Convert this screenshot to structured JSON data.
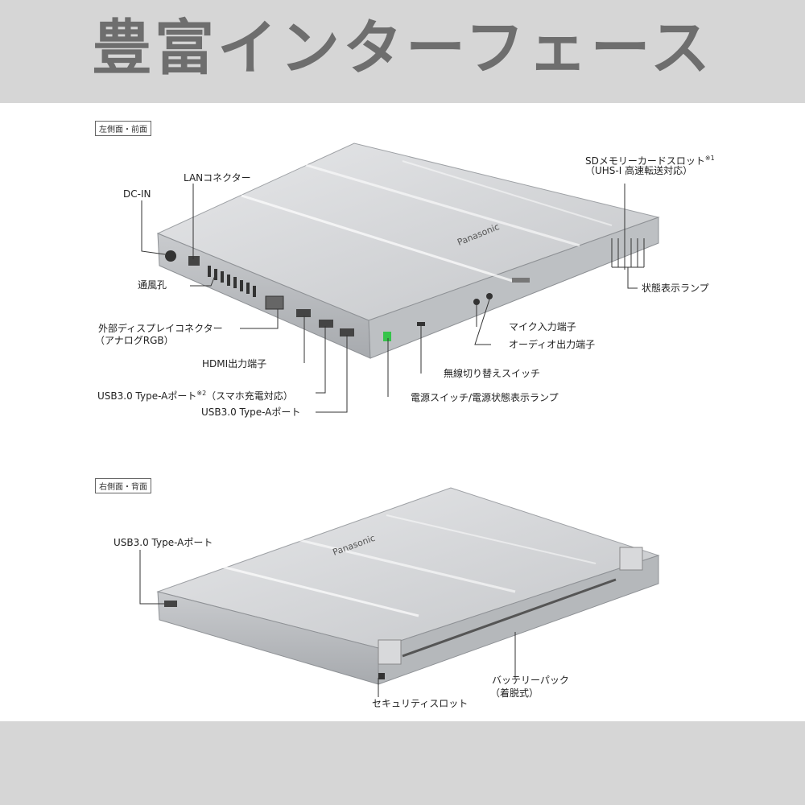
{
  "title": "豊富インターフェース",
  "sections": {
    "left_front": "左側面・前面",
    "right_back": "右側面・背面"
  },
  "brand": "Panasonic",
  "labels": {
    "dc_in": "DC-IN",
    "lan": "LANコネクター",
    "vent": "通風孔",
    "vga_line1": "外部ディスプレイコネクター",
    "vga_line2": "（アナログRGB）",
    "hdmi": "HDMI出力端子",
    "usb_charge_a": "USB3.0 Type-Aポート",
    "usb_charge_sup": "※2",
    "usb_charge_b": "（スマホ充電対応）",
    "usb_left": "USB3.0 Type-Aポート",
    "sd_line1": "SDメモリーカードスロット",
    "sd_sup": "※1",
    "sd_line2": "（UHS-I 高速転送対応）",
    "status_lamp": "状態表示ランプ",
    "mic": "マイク入力端子",
    "audio": "オーディオ出力端子",
    "wireless": "無線切り替えスイッチ",
    "power": "電源スイッチ/電源状態表示ランプ",
    "usb_right": "USB3.0 Type-Aポート",
    "battery_line1": "バッテリーパック",
    "battery_line2": "（着脱式）",
    "security": "セキュリティスロット"
  },
  "colors": {
    "band": "#d6d6d6",
    "title": "#6e6e6e",
    "laptop_lid": "#cfd1d4",
    "laptop_body": "#b9bcc0",
    "power_led": "#36c44a"
  }
}
